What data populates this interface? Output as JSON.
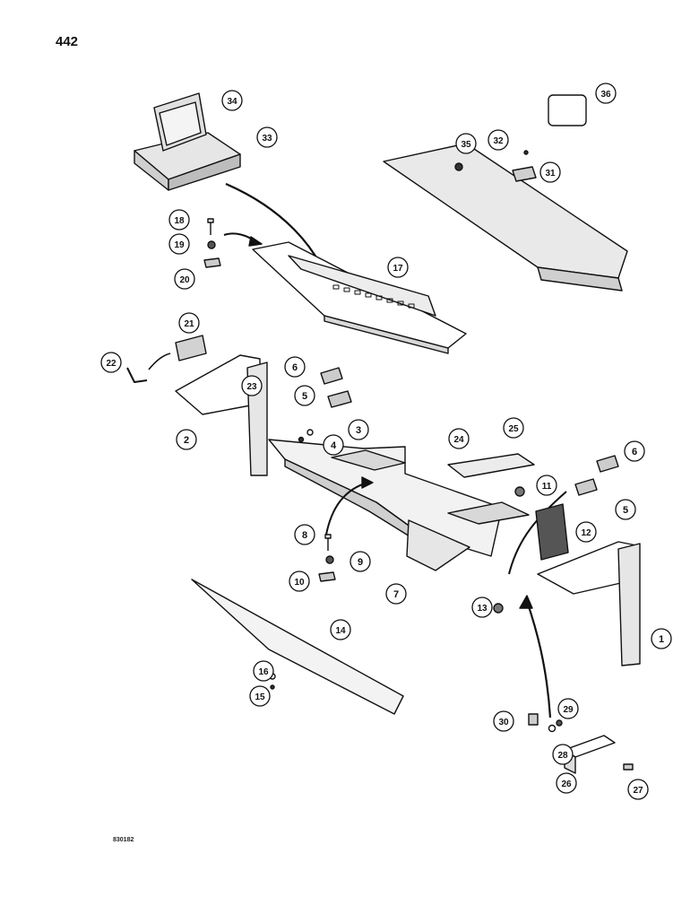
{
  "page": {
    "number": "442",
    "figure_code": "830182"
  },
  "callouts": [
    "1",
    "2",
    "3",
    "4",
    "5",
    "6",
    "7",
    "8",
    "9",
    "10",
    "11",
    "12",
    "13",
    "14",
    "15",
    "16",
    "17",
    "18",
    "19",
    "20",
    "21",
    "22",
    "23",
    "24",
    "25",
    "26",
    "27",
    "28",
    "29",
    "30",
    "31",
    "32",
    "33",
    "34",
    "35",
    "36",
    "5",
    "6"
  ],
  "colors": {
    "ink": "#111111",
    "paper": "#ffffff",
    "shade": "#d8d8d8"
  }
}
